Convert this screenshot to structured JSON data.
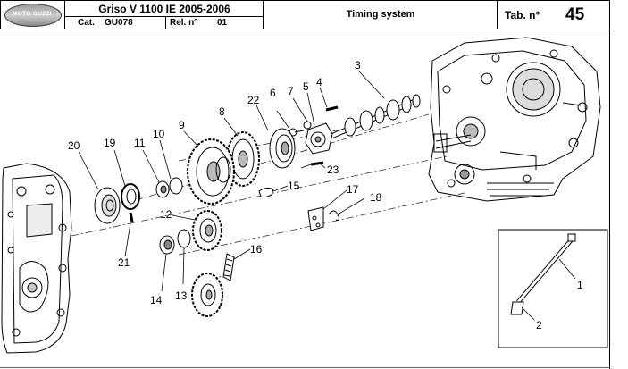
{
  "header": {
    "brand": "MOTO GUZZI",
    "model_title": "Griso V 1100 IE 2005-2006",
    "cat_label": "Cat.",
    "cat_value": "GU078",
    "rel_label": "Rel. n°",
    "rel_value": "01",
    "section_title": "Timing system",
    "tab_label": "Tab. n°",
    "tab_number": "45"
  },
  "callouts": [
    "1",
    "2",
    "3",
    "4",
    "5",
    "6",
    "7",
    "8",
    "9",
    "10",
    "11",
    "12",
    "13",
    "14",
    "15",
    "16",
    "17",
    "18",
    "19",
    "20",
    "21",
    "22",
    "23"
  ],
  "colors": {
    "line": "#000000",
    "part_fill": "#ffffff",
    "shade": "#cccccc",
    "dark": "#555555"
  }
}
